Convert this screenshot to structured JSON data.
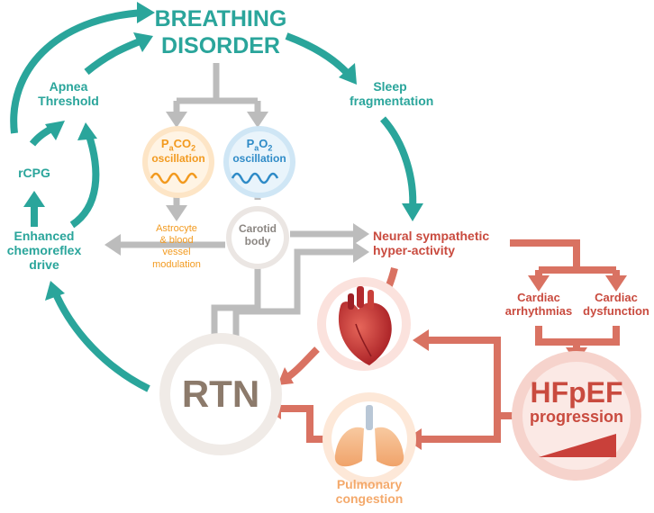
{
  "title_line1": "BREATHING",
  "title_line2": "DISORDER",
  "apnea_line1": "Apnea",
  "apnea_line2": "Threshold",
  "rcpg": "rCPG",
  "chemo_line1": "Enhanced",
  "chemo_line2": "chemoreflex",
  "chemo_line3": "drive",
  "sleep_line1": "Sleep",
  "sleep_line2": "fragmentation",
  "paco2_base": "P",
  "paco2_sub1": "a",
  "paco2_mid": "CO",
  "paco2_sub2": "2",
  "pao2_base": "P",
  "pao2_sub1": "a",
  "pao2_mid": "O",
  "pao2_sub2": "2",
  "oscillation": "oscillation",
  "astro_line1": "Astrocyte",
  "astro_line2": "& blood",
  "astro_line3": "vessel",
  "astro_line4": "modulation",
  "carotid_line1": "Carotid",
  "carotid_line2": "body",
  "neural_line1": "Neural sympathetic",
  "neural_line2": "hyper-activity",
  "arrhythmia_line1": "Cardiac",
  "arrhythmia_line2": "arrhythmias",
  "dysfunction_line1": "Cardiac",
  "dysfunction_line2": "dysfunction",
  "rtn": "RTN",
  "hfpef_line1": "HFpEF",
  "hfpef_line2": "progression",
  "pulm_line1": "Pulmonary",
  "pulm_line2": "congestion",
  "colors": {
    "teal": "#2aa59b",
    "red": "#c94b3f",
    "orange": "#f29a1f",
    "blue": "#2f8bc7",
    "grey": "#bcbcbc"
  }
}
